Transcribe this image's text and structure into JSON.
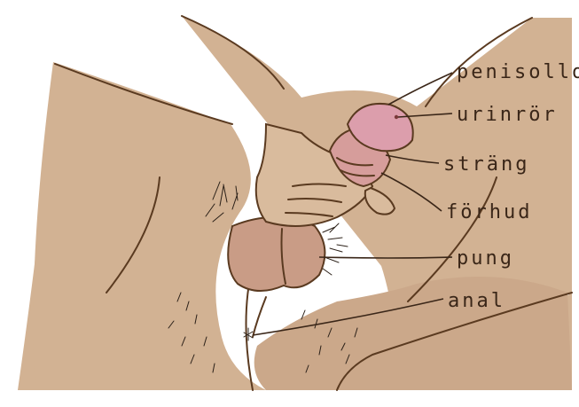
{
  "labels": {
    "glans": "penisollon",
    "urethra": "urinrör",
    "frenulum": "sträng",
    "foreskin": "förhud",
    "scrotum": "pung",
    "anus": "anal"
  },
  "colors": {
    "skin": "#d2b293",
    "skin_shade": "#c4a182",
    "glans": "#d89aa6",
    "outline": "#5a3a20",
    "hair": "#2b2018",
    "text": "#3a2618"
  }
}
